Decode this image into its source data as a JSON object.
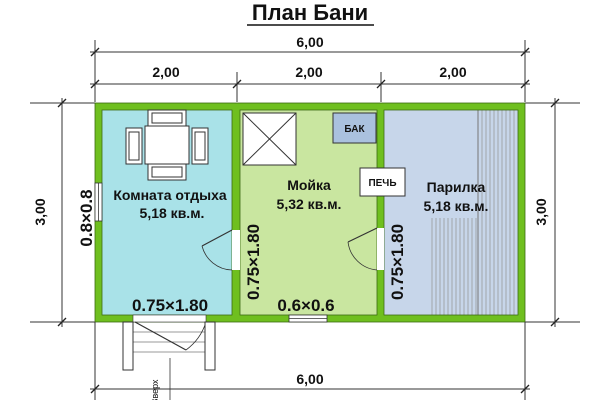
{
  "title": "План Бани",
  "dimensions": {
    "top_total": "6,00",
    "segments": [
      "2,00",
      "2,00",
      "2,00"
    ],
    "bottom_total": "6,00",
    "left_height": "3,00",
    "right_height": "3,00"
  },
  "rooms": {
    "rest": {
      "name": "Комната отдыха",
      "area": "5,18 кв.м."
    },
    "wash": {
      "name": "Мойка",
      "area": "5,32 кв.м."
    },
    "steam": {
      "name": "Парилка",
      "area": "5,18 кв.м."
    }
  },
  "labels": {
    "tank": "БАК",
    "stove": "ПЕЧЬ",
    "up": "Вверх"
  },
  "openings": {
    "window_left": "0.8×0.8",
    "door_entry": "0.75×1.80",
    "door_rest_wash": "0.75×1.80",
    "window_wash": "0.6×0.6",
    "door_wash_steam": "0.75×1.80"
  },
  "colors": {
    "wall": "#6fbf1f",
    "rest_floor": "#a9e2e8",
    "wash_floor": "#c9e6a0",
    "steam_floor": "#c7d6ea",
    "tank": "#aac1de"
  }
}
